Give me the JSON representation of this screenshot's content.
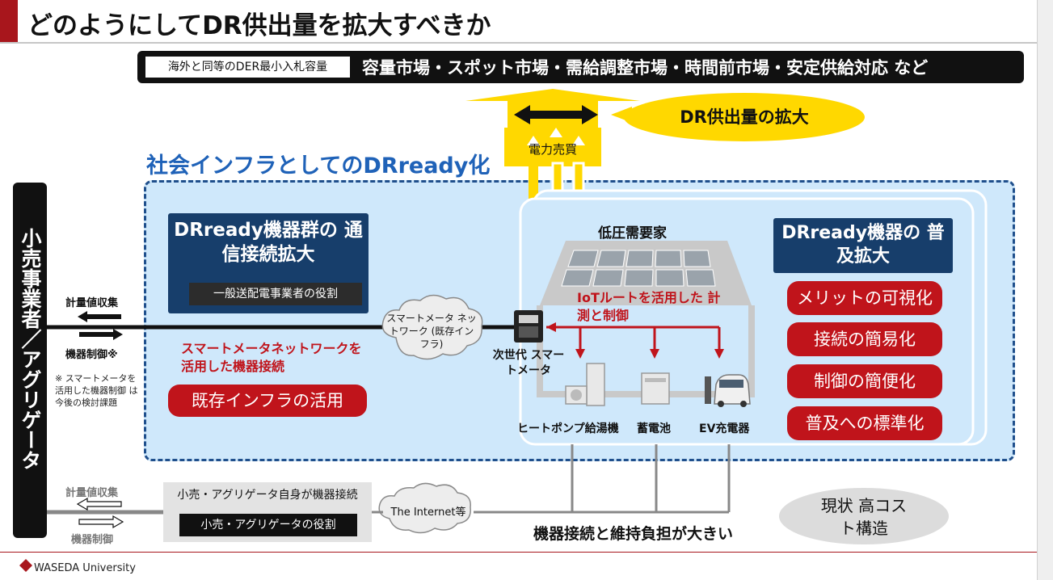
{
  "title": "どのようにしてDR供出量を拡大すべきか",
  "top_bar": {
    "tag": "海外と同等のDER最小入札容量",
    "markets": "容量市場・スポット市場・需給調整市場・時間前市場・安定供給対応 など"
  },
  "power_sale": "電力売買",
  "dr_expansion": "DR供出量の拡大",
  "infra_heading": "社会インフラとしてのDRready化",
  "left_actor": "小売事業者／アグリゲータ",
  "measure_collect": "計量値収集",
  "device_control_note": "機器制御※",
  "device_control": "機器制御",
  "footnote": "※ スマートメータを 活用した機器制御 は今後の検討課題",
  "device_group_box": {
    "title": "DRready機器群の 通信接続拡大",
    "role": "一般送配電事業者の役割"
  },
  "smart_meter_network_cloud": "スマートメータ ネットワーク (既存インフラ)",
  "smart_meter_network_text": "スマートメータネットワークを 活用した機器接続",
  "existing_infra_pill": "既存インフラの活用",
  "low_voltage": "低圧需要家",
  "iot_route": "IoTルートを活用した 計測と制御",
  "next_gen_meter": "次世代 スマートメータ",
  "devices": [
    "ヒートポンプ給湯機",
    "蓄電池",
    "EV充電器"
  ],
  "dr_devices_box": "DRready機器の 普及拡大",
  "benefits": [
    "メリットの可視化",
    "接続の簡易化",
    "制御の簡便化",
    "普及への標準化"
  ],
  "self_connect": "小売・アグリゲータ自身が機器接続",
  "role_aggregator": "小売・アグリゲータの役割",
  "internet_cloud": "The Internet等",
  "burden": "機器接続と維持負担が大きい",
  "status": "現状 高コスト構造",
  "footer": "WASEDA University",
  "colors": {
    "accent_red": "#c0141b",
    "navy": "#173e6b",
    "yellow": "#ffd800",
    "light_blue": "#cfe8fb",
    "heading_blue": "#1f62b8"
  }
}
